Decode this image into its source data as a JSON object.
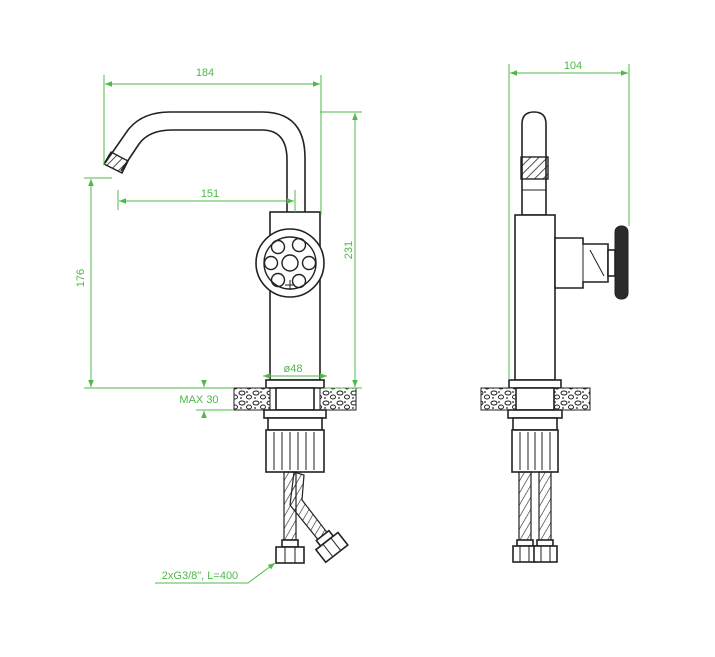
{
  "colors": {
    "dimension": "#4fb848",
    "outline": "#222222",
    "fill_dark": "#2b2b2b",
    "background": "#ffffff"
  },
  "dimensions": {
    "width_front": "184",
    "spout_reach": "151",
    "total_height": "231",
    "spout_height": "176",
    "body_diameter": "ø48",
    "max_deck": "MAX 30",
    "width_side": "104",
    "hoses": "2xG3/8\", L=400"
  }
}
